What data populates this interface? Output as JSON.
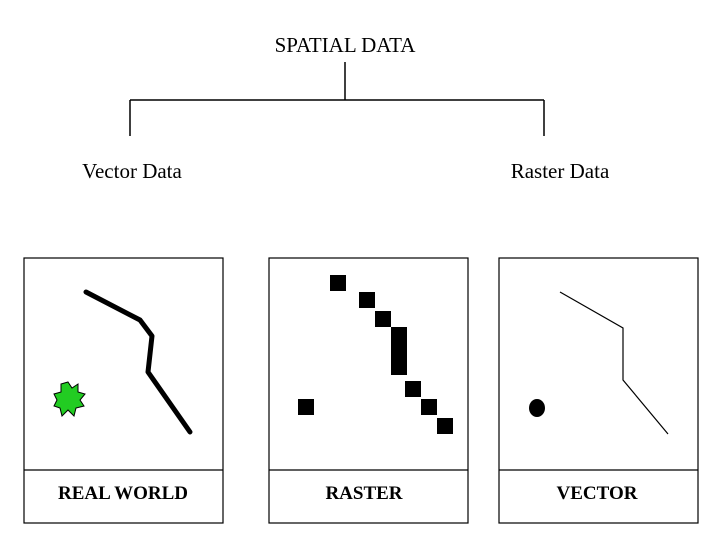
{
  "title": "SPATIAL DATA",
  "branches": {
    "left": "Vector Data",
    "right": "Raster Data"
  },
  "panels": [
    {
      "id": "real-world",
      "label": "REAL WORLD"
    },
    {
      "id": "raster",
      "label": "RASTER"
    },
    {
      "id": "vector",
      "label": "VECTOR"
    }
  ],
  "colors": {
    "ink": "#000000",
    "background": "#ffffff",
    "vegetation": "#22cc22"
  }
}
